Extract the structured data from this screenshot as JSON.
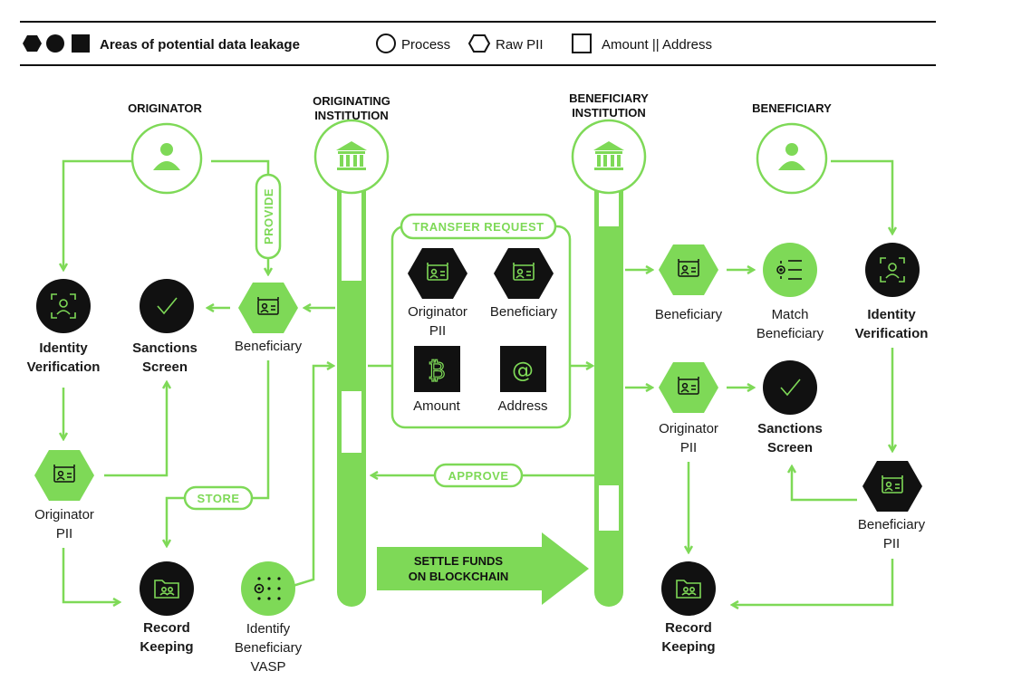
{
  "legend": {
    "leakage_label": "Areas of potential data leakage",
    "process_label": "Process",
    "raw_pii_label": "Raw PII",
    "amount_address_label": "Amount || Address"
  },
  "columns": {
    "originator": "ORIGINATOR",
    "originating_institution": [
      "ORIGINATING",
      "INSTITUTION"
    ],
    "beneficiary_institution": [
      "BENEFICIARY",
      "INSTITUTION"
    ],
    "beneficiary": "BENEFICIARY"
  },
  "left": {
    "provide": "PROVIDE",
    "store": "STORE",
    "identity_verification": [
      "Identity",
      "Verification"
    ],
    "sanctions_screen": [
      "Sanctions",
      "Screen"
    ],
    "beneficiary": "Beneficiary",
    "originator_pii": [
      "Originator",
      "PII"
    ],
    "record_keeping": [
      "Record",
      "Keeping"
    ],
    "identify_vasp": [
      "Identify",
      "Beneficiary",
      "VASP"
    ]
  },
  "transfer_request": {
    "title": "TRANSFER REQUEST",
    "originator_pii": [
      "Originator",
      "PII"
    ],
    "beneficiary": "Beneficiary",
    "amount": "Amount",
    "address": "Address"
  },
  "approve": "APPROVE",
  "settle": [
    "SETTLE FUNDS",
    "ON BLOCKCHAIN"
  ],
  "right": {
    "beneficiary": "Beneficiary",
    "match_beneficiary": [
      "Match",
      "Beneficiary"
    ],
    "identity_verification": [
      "Identity",
      "Verification"
    ],
    "originator_pii": [
      "Originator",
      "PII"
    ],
    "sanctions_screen": [
      "Sanctions",
      "Screen"
    ],
    "beneficiary_pii": [
      "Beneficiary",
      "PII"
    ],
    "record_keeping": [
      "Record",
      "Keeping"
    ]
  },
  "colors": {
    "accent": "#7ed957",
    "dark": "#111111"
  },
  "icons": {
    "person": "person-icon",
    "bank": "bank-icon",
    "id_card": "id-card-icon",
    "check": "check-icon",
    "face_scan": "face-scan-icon",
    "folder": "folder-icon",
    "bitcoin": "bitcoin-icon",
    "at": "at-sign-icon",
    "network": "network-icon",
    "match": "match-list-icon"
  }
}
